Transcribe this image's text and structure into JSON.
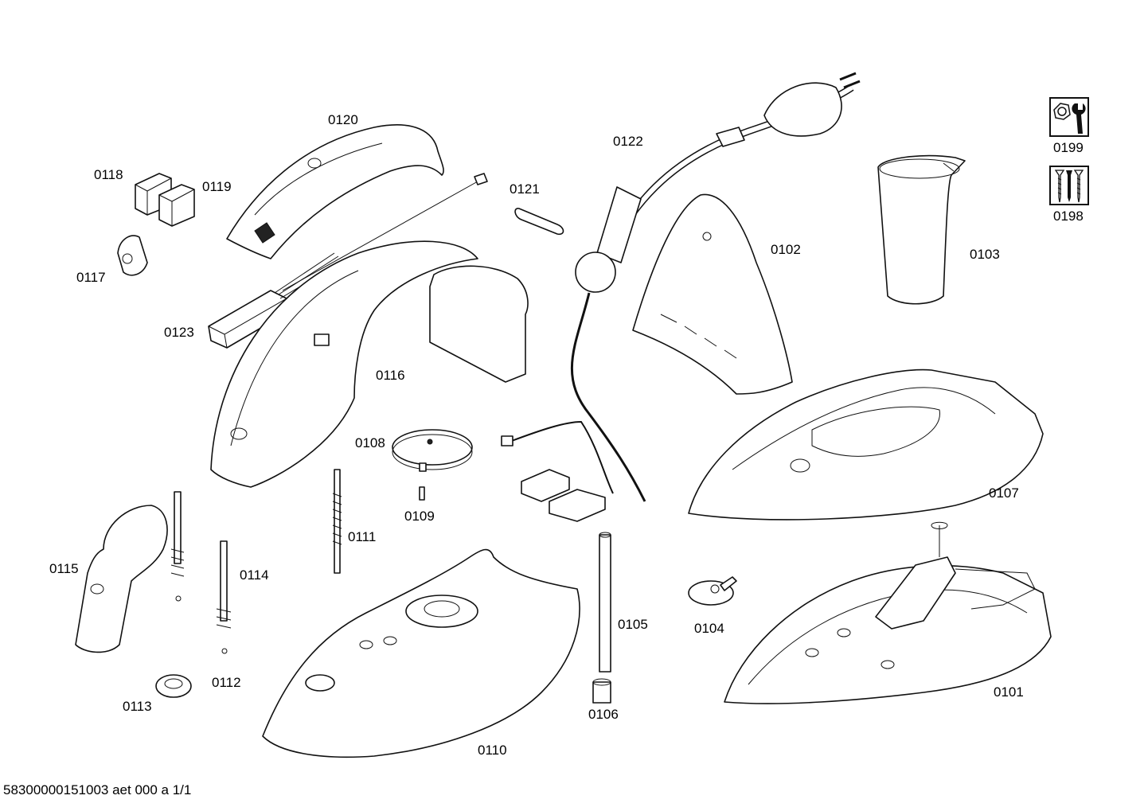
{
  "diagram": {
    "part_numbers": {
      "p0101": "0101",
      "p0102": "0102",
      "p0103": "0103",
      "p0104": "0104",
      "p0105": "0105",
      "p0106": "0106",
      "p0107": "0107",
      "p0108": "0108",
      "p0109": "0109",
      "p0110": "0110",
      "p0111": "0111",
      "p0112": "0112",
      "p0113": "0113",
      "p0114": "0114",
      "p0115": "0115",
      "p0116": "0116",
      "p0117": "0117",
      "p0118": "0118",
      "p0119": "0119",
      "p0120": "0120",
      "p0121": "0121",
      "p0122": "0122",
      "p0123": "0123",
      "p0198": "0198",
      "p0199": "0199"
    },
    "icons": {
      "p0199": "tools-icon",
      "p0198": "screws-icon"
    },
    "document_id": "58300000151003 aet 000 a 1/1"
  }
}
